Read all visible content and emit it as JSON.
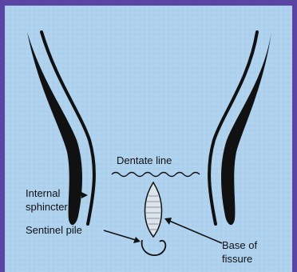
{
  "colors": {
    "border": "#5a45a5",
    "background": "#aed2ee",
    "wall": "#111111",
    "fissure_fill": "#dce3ea"
  },
  "labels": {
    "dentate_line": "Dentate line",
    "internal_sphincter_1": "Internal",
    "internal_sphincter_2": "sphincter",
    "sentinel_pile": "Sentinel pile",
    "base_of_fissure_1": "Base of",
    "base_of_fissure_2": "fissure"
  }
}
